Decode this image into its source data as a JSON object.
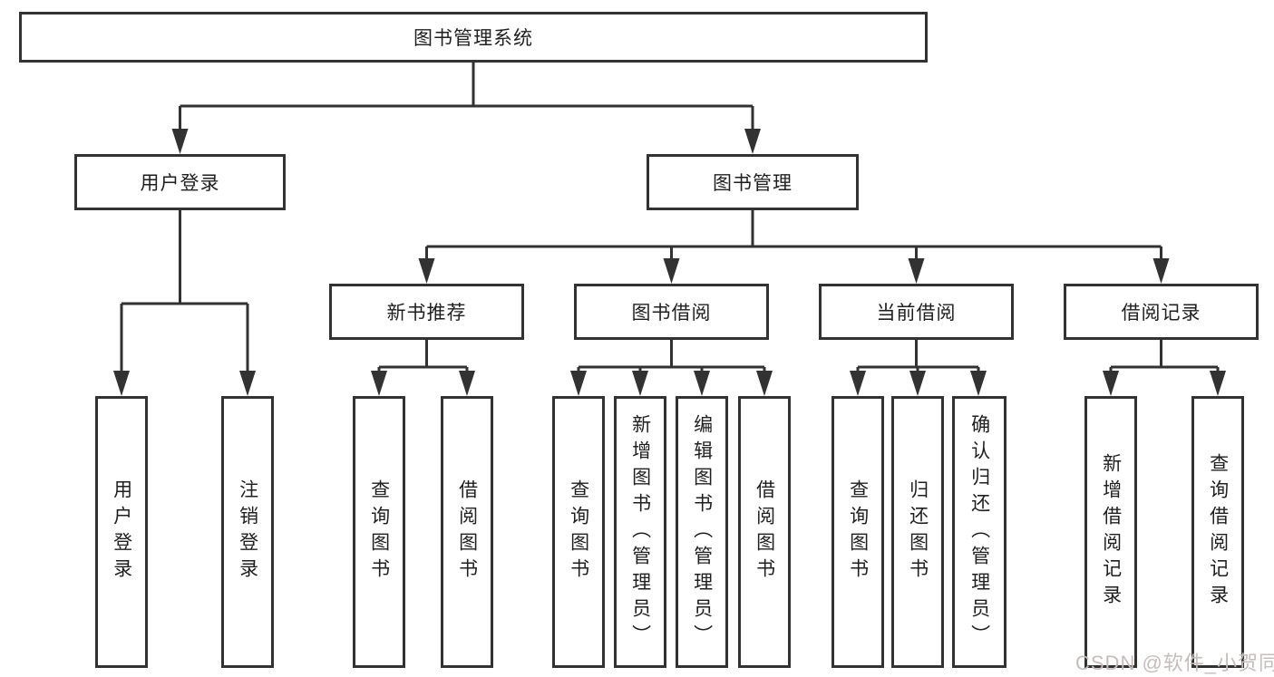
{
  "tree": {
    "label": "图书管理系统",
    "children": [
      {
        "label": "用户登录",
        "children": [
          {
            "label": "用户登录"
          },
          {
            "label": "注销登录"
          }
        ]
      },
      {
        "label": "图书管理",
        "children": [
          {
            "label": "新书推荐",
            "children": [
              {
                "label": "查询图书"
              },
              {
                "label": "借阅图书"
              }
            ]
          },
          {
            "label": "图书借阅",
            "children": [
              {
                "label": "查询图书"
              },
              {
                "label": "新增图书（管理员）"
              },
              {
                "label": "编辑图书（管理员）"
              },
              {
                "label": "借阅图书"
              }
            ]
          },
          {
            "label": "当前借阅",
            "children": [
              {
                "label": "查询图书"
              },
              {
                "label": "归还图书"
              },
              {
                "label": "确认归还（管理员）"
              }
            ]
          },
          {
            "label": "借阅记录",
            "children": [
              {
                "label": "新增借阅记录"
              },
              {
                "label": "查询借阅记录"
              }
            ]
          }
        ]
      }
    ]
  },
  "watermark": {
    "text": "CSDN @软件_小贺同学",
    "color": "#c5bcbc"
  },
  "colors": {
    "line": "#323232",
    "box_border": "#323232",
    "box_fill": "#ffffff",
    "text": "#1f1f1f",
    "background": "#ffffff"
  }
}
